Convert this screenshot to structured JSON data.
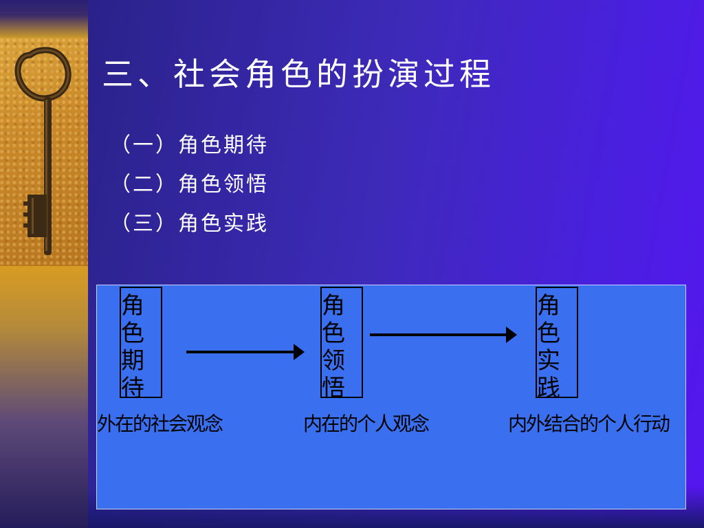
{
  "slide": {
    "title": "三、社会角色的扮演过程",
    "bullets": [
      {
        "label": "（一）角色期待"
      },
      {
        "label": "（二）角色领悟"
      },
      {
        "label": "（三）角色实践"
      }
    ]
  },
  "diagram": {
    "stages": [
      {
        "line1": "角色",
        "line2": "期待",
        "description": "外在的社会观念"
      },
      {
        "line1": "角色",
        "line2": "领悟",
        "description": "内在的个人观念"
      },
      {
        "line1": "角色",
        "line2": "实践",
        "description": "内外结合的个人行动"
      }
    ]
  },
  "colors": {
    "background": "#3d2ab8",
    "accent_strip": "#e8a21a",
    "diagram_panel": "#3a6ff0",
    "title_text": "#ffffff",
    "diagram_text": "#000000"
  },
  "icons": {
    "decorative_image": "antique-key-icon"
  }
}
